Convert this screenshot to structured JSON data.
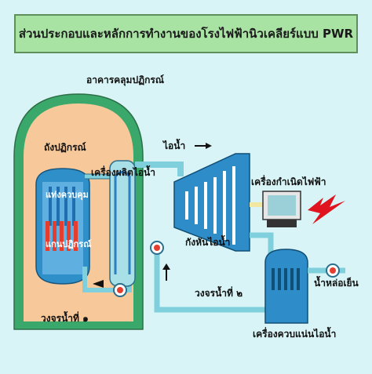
{
  "title": "ส่วนประกอบและหลักการทำงานของโรงไฟฟ้านิวเคลียร์แบบ PWR",
  "labels": {
    "containment": "อาคารคลุมปฏิกรณ์",
    "reactor_vessel": "ถังปฏิกรณ์",
    "control_rods": "แท่งควบคุม",
    "reactor_core": "แกนปฏิกรณ์",
    "steam_generator": "เครื่องผลิตไอน้ำ",
    "steam": "ไอน้ำ",
    "turbine": "กังหันไอน้ำ",
    "generator": "เครื่องกำเนิดไฟฟ้า",
    "primary_loop": "วงจรน้ำที่ ๑",
    "secondary_loop": "วงจรน้ำที่ ๒",
    "cooling_water": "น้ำหล่อเย็น",
    "condenser": "เครื่องควบแน่นไอน้ำ"
  },
  "colors": {
    "background": "#d9f4f6",
    "title_bar": "#a9e3a4",
    "containment_wall": "#3aa86b",
    "containment_fill": "#f7c99a",
    "reactor_vessel": "#2f8fc9",
    "water_blue": "#2c7fc0",
    "pipe": "#7fd0dc",
    "fuel_red": "#e53d2e",
    "turbine": "#2e8cc8",
    "generator_screen": "#9bd0d9",
    "lightning": "#e0141e"
  },
  "icons": [
    "lightning-bolt-icon",
    "pump-icon",
    "arrow-icon"
  ]
}
